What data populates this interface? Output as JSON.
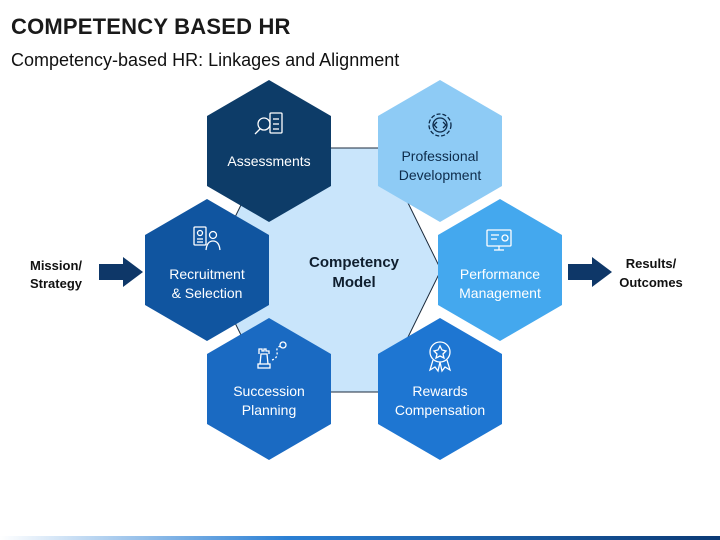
{
  "header": {
    "title": "COMPETENCY BASED HR",
    "subtitle": "Competency-based HR: Linkages and Alignment"
  },
  "diagram": {
    "center_label": [
      "Competency",
      "Model"
    ],
    "input_label": [
      "Mission/",
      "Strategy"
    ],
    "output_label": [
      "Results/",
      "Outcomes"
    ],
    "nodes": [
      {
        "id": "assessments",
        "lines": [
          "Assessments"
        ],
        "icon": "magnifier-checklist-icon",
        "color": "#0d3c68",
        "text_color": "#ffffff"
      },
      {
        "id": "professional-development",
        "lines": [
          "Professional",
          "Development"
        ],
        "icon": "gear-code-icon",
        "color": "#8ecbf5",
        "text_color": "#0d2b4a"
      },
      {
        "id": "performance-management",
        "lines": [
          "Performance",
          "Management"
        ],
        "icon": "dashboard-monitor-icon",
        "color": "#44a8ee",
        "text_color": "#ffffff"
      },
      {
        "id": "rewards-compensation",
        "lines": [
          "Rewards",
          "Compensation"
        ],
        "icon": "award-ribbon-icon",
        "color": "#1e76d2",
        "text_color": "#ffffff"
      },
      {
        "id": "succession-planning",
        "lines": [
          "Succession",
          "Planning"
        ],
        "icon": "chess-path-icon",
        "color": "#1a6ac2",
        "text_color": "#ffffff"
      },
      {
        "id": "recruitment-selection",
        "lines": [
          "Recruitment",
          "& Selection"
        ],
        "icon": "candidate-profile-icon",
        "color": "#1055a0",
        "text_color": "#ffffff"
      }
    ],
    "colors": {
      "center_fill": "#c9e5fb",
      "arrow": "#0e3768",
      "ring_line": "#1c2b3c"
    }
  }
}
